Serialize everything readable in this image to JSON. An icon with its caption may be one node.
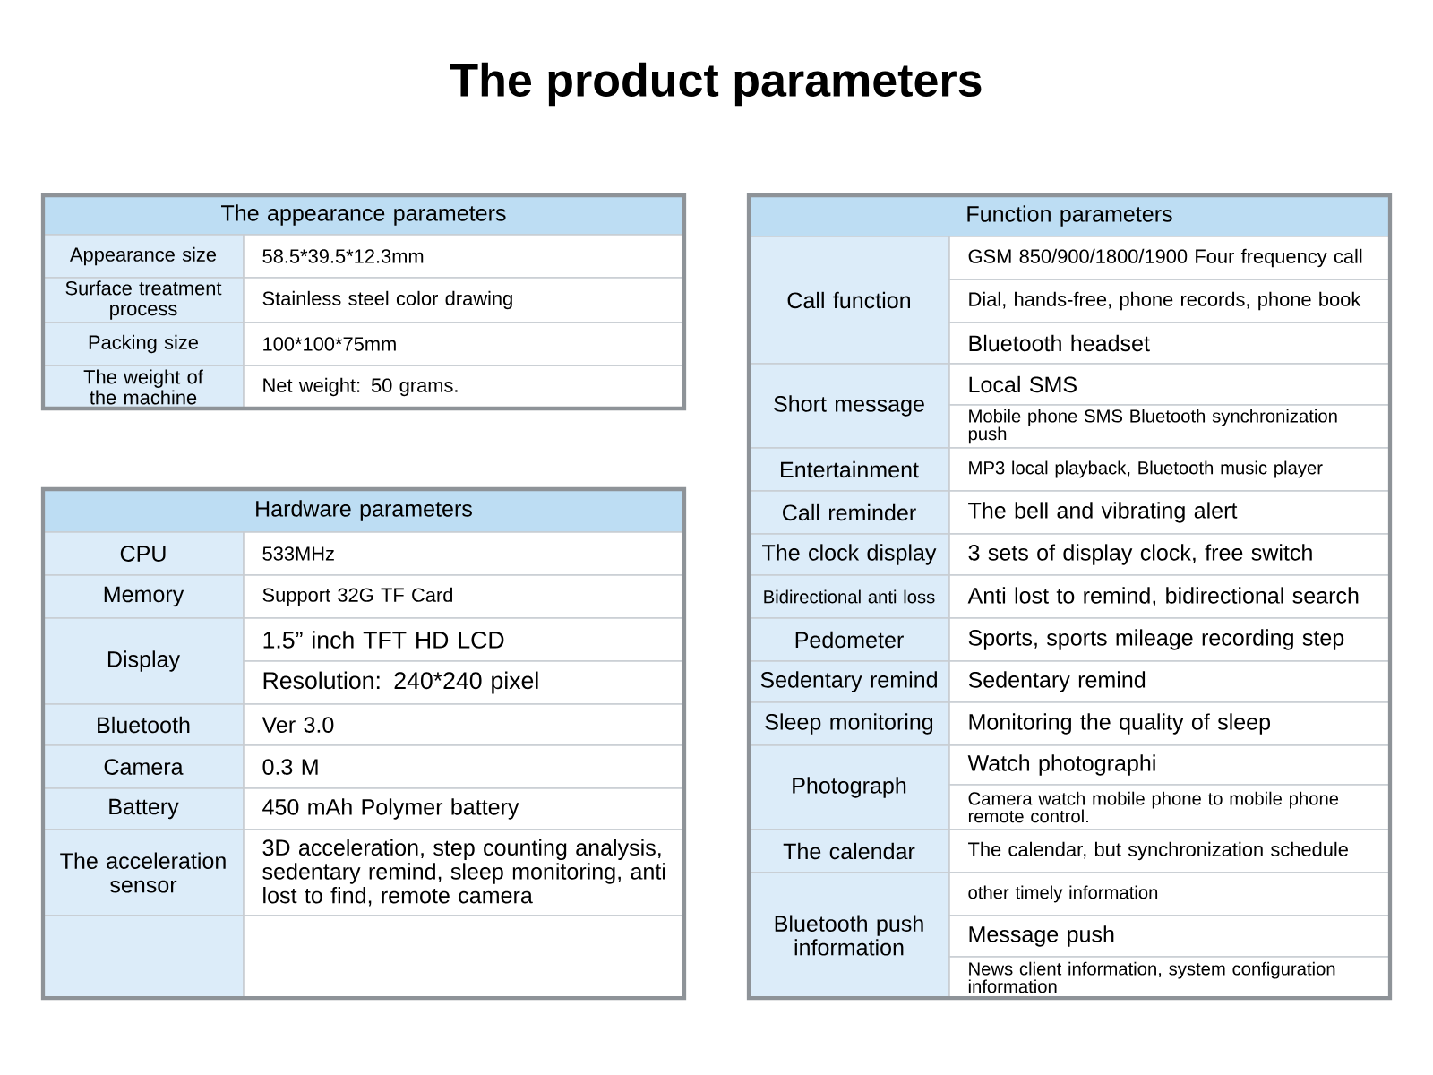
{
  "diagram": {
    "title": "The product parameters",
    "labels": [
      "The appearance parameters",
      "Appearance size",
      "58.5*39.5*12.3mm",
      "Surface treatment process",
      "Stainless steel color drawing",
      "Packing size",
      "100*100*75mm",
      "The weight of the machine",
      "Net weight: 50 grams.",
      "Hardware parameters",
      "CPU",
      "533MHz",
      "Memory",
      "Support 32G TF Card",
      "Display",
      "1.5” inch TFT HD LCD",
      "Resolution: 240*240 pixel",
      "Bluetooth",
      "Ver 3.0",
      "Camera",
      "0.3 M",
      "Battery",
      "450 mAh Polymer battery",
      "The acceleration sensor",
      "3D acceleration, step counting analysis, sedentary remind, sleep monitoring, anti lost to find, remote camera",
      "Function parameters",
      "Call function",
      "GSM 850/900/1800/1900 Four frequency call",
      "Dial, hands-free, phone records, phone book",
      "Bluetooth headset",
      "Short message",
      "Local SMS",
      "Mobile phone SMS Bluetooth synchronization push",
      "Entertainment",
      "MP3 local playback, Bluetooth music player",
      "Call reminder",
      "The bell and vibrating alert",
      "The clock display",
      "3 sets of display clock, free switch",
      "Bidirectional anti loss",
      "Anti lost to remind, bidirectional search",
      "Pedometer",
      "Sports, sports mileage recording step",
      "Sedentary remind",
      "Sedentary remind",
      "Sleep monitoring",
      "Monitoring the quality of sleep",
      "Photograph",
      "Watch photographi",
      "Camera watch mobile phone to mobile phone remote control.",
      "The calendar",
      "The calendar, but synchronization schedule",
      "Bluetooth push information",
      "other timely information",
      "Message push",
      "News client information, system configuration information"
    ]
  }
}
